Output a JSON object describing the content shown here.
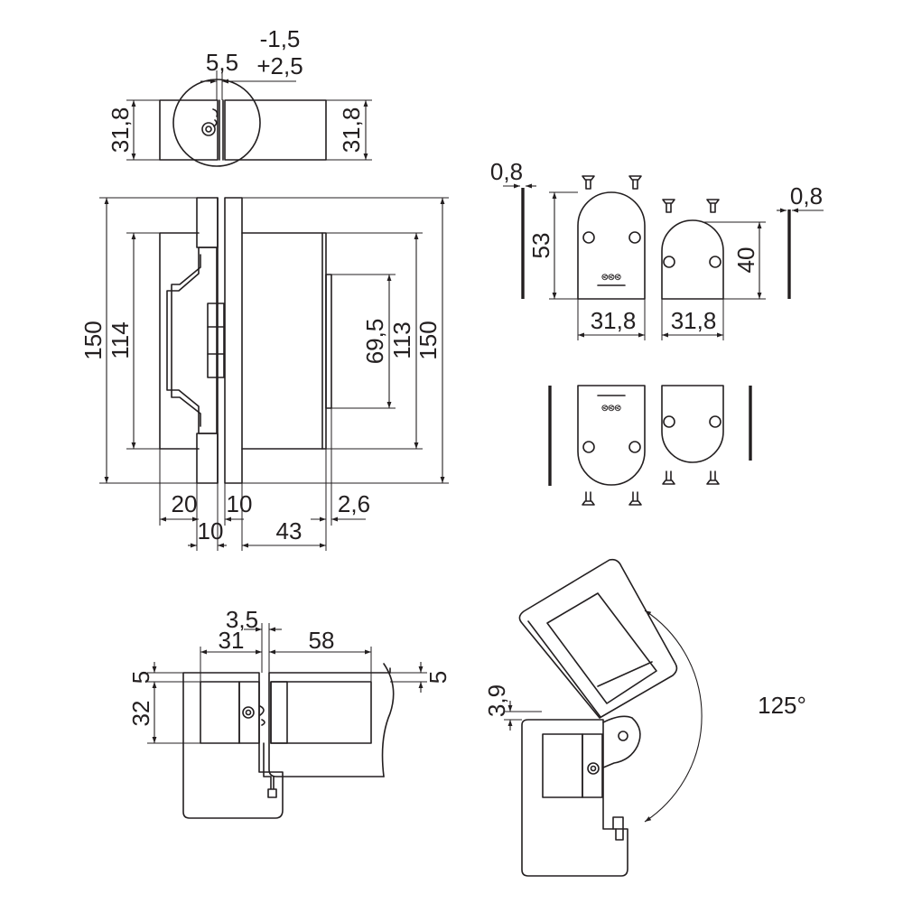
{
  "dimensions": {
    "top_gap_a": "-1,5",
    "top_gap_b": "+2,5",
    "top_offset": "5,5",
    "leaf_thickness_left": "31,8",
    "leaf_thickness_right": "31,8",
    "height_outer_left": "150",
    "height_inner_left": "114",
    "cutout_height": "69,5",
    "plate_height": "113",
    "height_outer_right": "150",
    "width_20": "20",
    "width_10_left": "10",
    "width_10_right": "10",
    "width_43": "43",
    "width_2_6": "2,6",
    "cover_thickness_left": "0,8",
    "cover_thickness_right": "0,8",
    "cover_height_53": "53",
    "cover_height_40": "40",
    "cover_width_a": "31,8",
    "cover_width_b": "31,8",
    "section_gap": "3,5",
    "section_31": "31",
    "section_58": "58",
    "section_5_left": "5",
    "section_32": "32",
    "section_5_right": "5",
    "open_offset": "3,9",
    "opening_angle": "125°"
  },
  "marks": {
    "cover_logo_text": "⧀⧀⧀"
  }
}
